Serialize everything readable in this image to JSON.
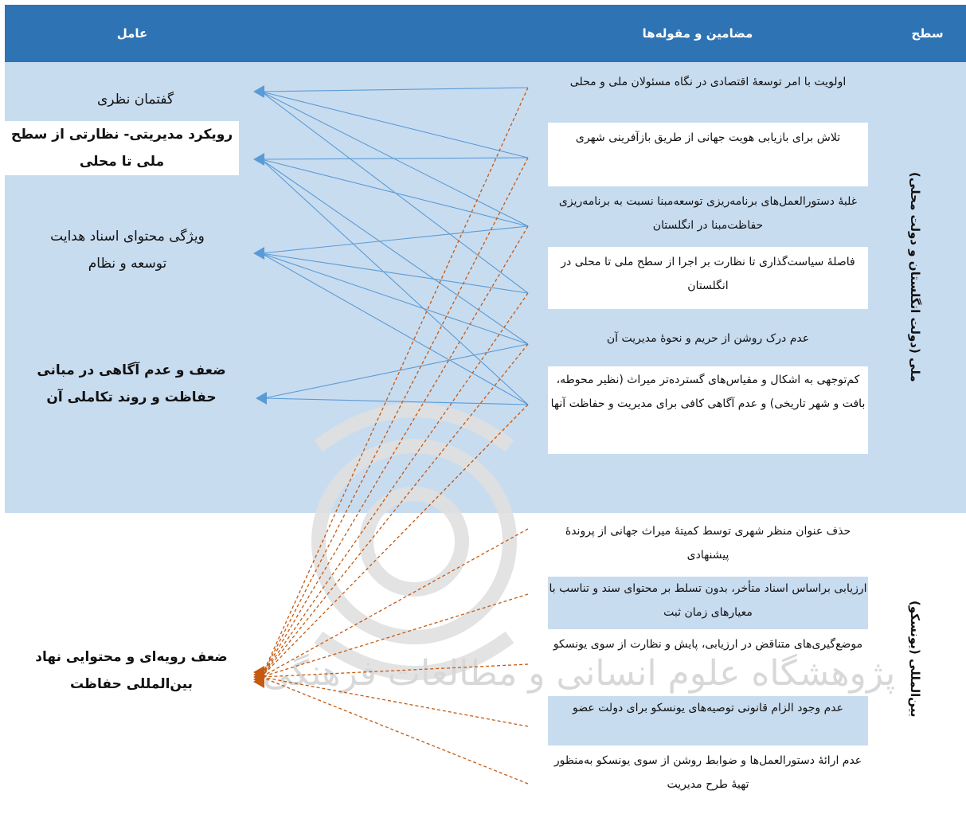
{
  "header": {
    "factor": "عامل",
    "themes": "مضامین و مقوله‌ها",
    "level": "سطح"
  },
  "levels": {
    "national": "ملی (دولت انگلستان و دولت محلی)",
    "international": "بین‌المللی (یونسکو)"
  },
  "factors": [
    {
      "text": "گفتمان نظری"
    },
    {
      "text": "رویکرد مدیریتی- نظارتی از سطح ملی تا محلی"
    },
    {
      "text": "ویژگی محتوای اسناد هدایت توسعه و نظام"
    },
    {
      "text": "ضعف و عدم آگاهی در مبانی حفاظت و روند تکاملی آن"
    },
    {
      "text": "ضعف رویه‌ای و محتوایی نهاد بین‌المللی حفاظت"
    }
  ],
  "themes": [
    "اولویت با امر توسعهٔ اقتصادی در نگاه مسئولان ملی و محلی",
    "تلاش برای بازیابی هویت جهانی از طریق بازآفرینی شهری",
    "غلبهٔ دستورالعمل‌های برنامه‌ریزی توسعه‌مبنا نسبت به برنامه‌ریزی حفاظت‌مبنا در انگلستان",
    "فاصلهٔ سیاست‌گذاری تا نظارت بر اجرا از سطح ملی تا محلی در انگلستان",
    "عدم درک روشن از حریم و نحوهٔ مدیریت آن",
    "کم‌توجهی به اشکال و مقیاس‌های گسترده‌تر میراث (نظیر محوطه، بافت و شهر تاریخی) و عدم آگاهی کافی برای مدیریت و حفاظت آنها",
    "حذف عنوان منظر شهری توسط کمیتهٔ میراث جهانی از پروندهٔ پیشنهادی",
    "ارزیابی براساس اسناد متأخر، بدون تسلط بر محتوای سند و تناسب با معیارهای زمان ثبت",
    "موضع‌گیری‌های متناقض در ارزیابی، پایش و نظارت از سوی یونسکو",
    "عدم وجود الزام قانونی توصیه‌های یونسکو برای دولت عضو",
    "عدم ارائهٔ دستورالعمل‌ها و ضوابط روشن از سوی یونسکو به‌منظور تهیهٔ طرح مدیریت"
  ],
  "watermark": "پژوهشگاه علوم انسانی و مطالعات فرهنگی",
  "colors": {
    "header": "#2E74B5",
    "band": "#C8DCF0",
    "blue_line": "#5B9BD5",
    "orange_line": "#C55A11"
  },
  "connections": {
    "national": [
      [
        0,
        0
      ],
      [
        0,
        1
      ],
      [
        0,
        2
      ],
      [
        0,
        3
      ],
      [
        1,
        1
      ],
      [
        1,
        2
      ],
      [
        1,
        4
      ],
      [
        1,
        5
      ],
      [
        2,
        2
      ],
      [
        2,
        3
      ],
      [
        2,
        4
      ],
      [
        2,
        5
      ],
      [
        3,
        4
      ],
      [
        3,
        5
      ]
    ],
    "orange_national": [
      0,
      1,
      2,
      3,
      4,
      5
    ],
    "orange_international": [
      6,
      7,
      8,
      9,
      10
    ]
  }
}
